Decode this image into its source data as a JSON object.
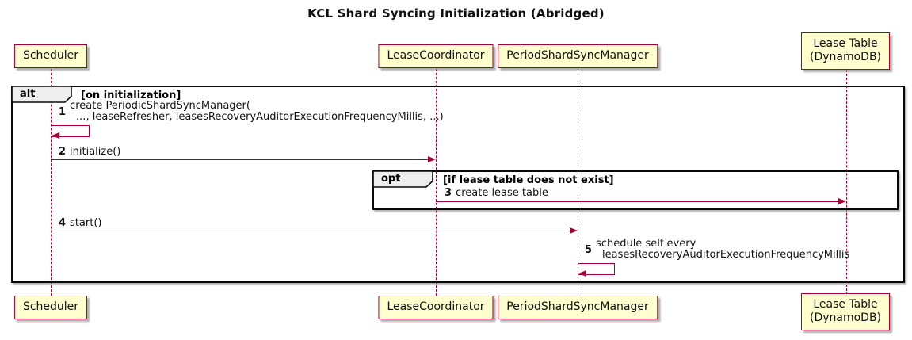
{
  "diagram": {
    "title": "KCL Shard Syncing Initialization (Abridged)",
    "type": "sequence-diagram"
  },
  "participants": {
    "scheduler": {
      "label": "Scheduler"
    },
    "leaseCoordinator": {
      "label": "LeaseCoordinator"
    },
    "periodShardSyncManager": {
      "label": "PeriodShardSyncManager"
    },
    "leaseTable": {
      "line1": "Lease Table",
      "line2": "(DynamoDB)"
    }
  },
  "frames": {
    "alt": {
      "keyword": "alt",
      "guard": "[on initialization]"
    },
    "opt": {
      "keyword": "opt",
      "guard": "[if lease table does not exist]"
    }
  },
  "messages": {
    "m1": {
      "num": "1",
      "line1": "create PeriodicShardSyncManager(",
      "line2": "..., leaseRefresher, leasesRecoveryAuditorExecutionFrequencyMillis, ...)",
      "from": "Scheduler",
      "to": "Scheduler"
    },
    "m2": {
      "num": "2",
      "text": "initialize()",
      "from": "Scheduler",
      "to": "LeaseCoordinator"
    },
    "m3": {
      "num": "3",
      "text": "create lease table",
      "from": "LeaseCoordinator",
      "to": "Lease Table (DynamoDB)"
    },
    "m4": {
      "num": "4",
      "text": "start()",
      "from": "Scheduler",
      "to": "PeriodShardSyncManager"
    },
    "m5": {
      "num": "5",
      "line1": "schedule self every",
      "line2": "leasesRecoveryAuditorExecutionFrequencyMillis",
      "from": "PeriodShardSyncManager",
      "to": "PeriodShardSyncManager"
    }
  },
  "colors": {
    "participant_fill": "#FEFECE",
    "participant_border": "#A80036",
    "message_color": "#A80036",
    "frame_border": "#090909",
    "frame_tab_fill": "#EEEEEE",
    "background": "#FFFFFF"
  }
}
